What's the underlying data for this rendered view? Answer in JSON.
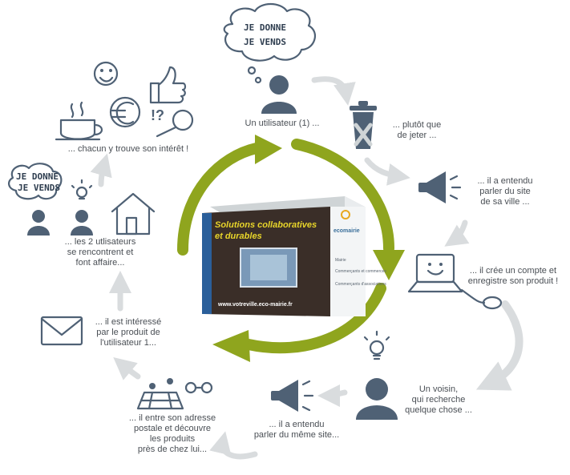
{
  "steps": {
    "s1": "Un utilisateur (1) ...",
    "s2": "... plutôt que\nde jeter ...",
    "s3": "... il a entendu\nparler du site\nde sa ville ...",
    "s4": "... il crée un compte et\nenregistre son produit !",
    "s5": "Un voisin,\nqui recherche\nquelque chose ...",
    "s6": "... il a entendu\nparler du même site...",
    "s7": "... il entre son adresse\npostale et découvre\nles produits\nprès de chez lui...",
    "s8": "... il est intéressé\npar le produit de\nl'utilisateur 1...",
    "s9": "... les 2 utlisateurs\nse rencontrent et\nfont affaire...",
    "s10": "... chacun y trouve son intérêt !"
  },
  "bubble_big": {
    "line1": "JE DONNE",
    "line2": "JE VENDS"
  },
  "bubble_small": {
    "line1": "JE DONNE",
    "line2": "JE VENDS"
  },
  "box": {
    "title1": "Solutions collaboratives",
    "title2": "et durables",
    "url": "www.votreville.eco-mairie.fr",
    "brand": "ecomairie",
    "side1": "Mairie",
    "side2": "Commerçants\net commerces",
    "side3": "Commerçants\nd'associations"
  },
  "colors": {
    "cycle_arrow": "#8fa51e",
    "icon_ink": "#4f6175",
    "flow_arrow": "#d9dcde",
    "text": "#4a4f55"
  },
  "icons": [
    "thought-bubble",
    "user",
    "trash-can",
    "megaphone",
    "laptop",
    "mouse",
    "lightbulb",
    "map-pins",
    "glasses",
    "envelope",
    "house",
    "coffee-cup",
    "euro-coin",
    "thumbs-up",
    "smiley",
    "magnifier"
  ]
}
